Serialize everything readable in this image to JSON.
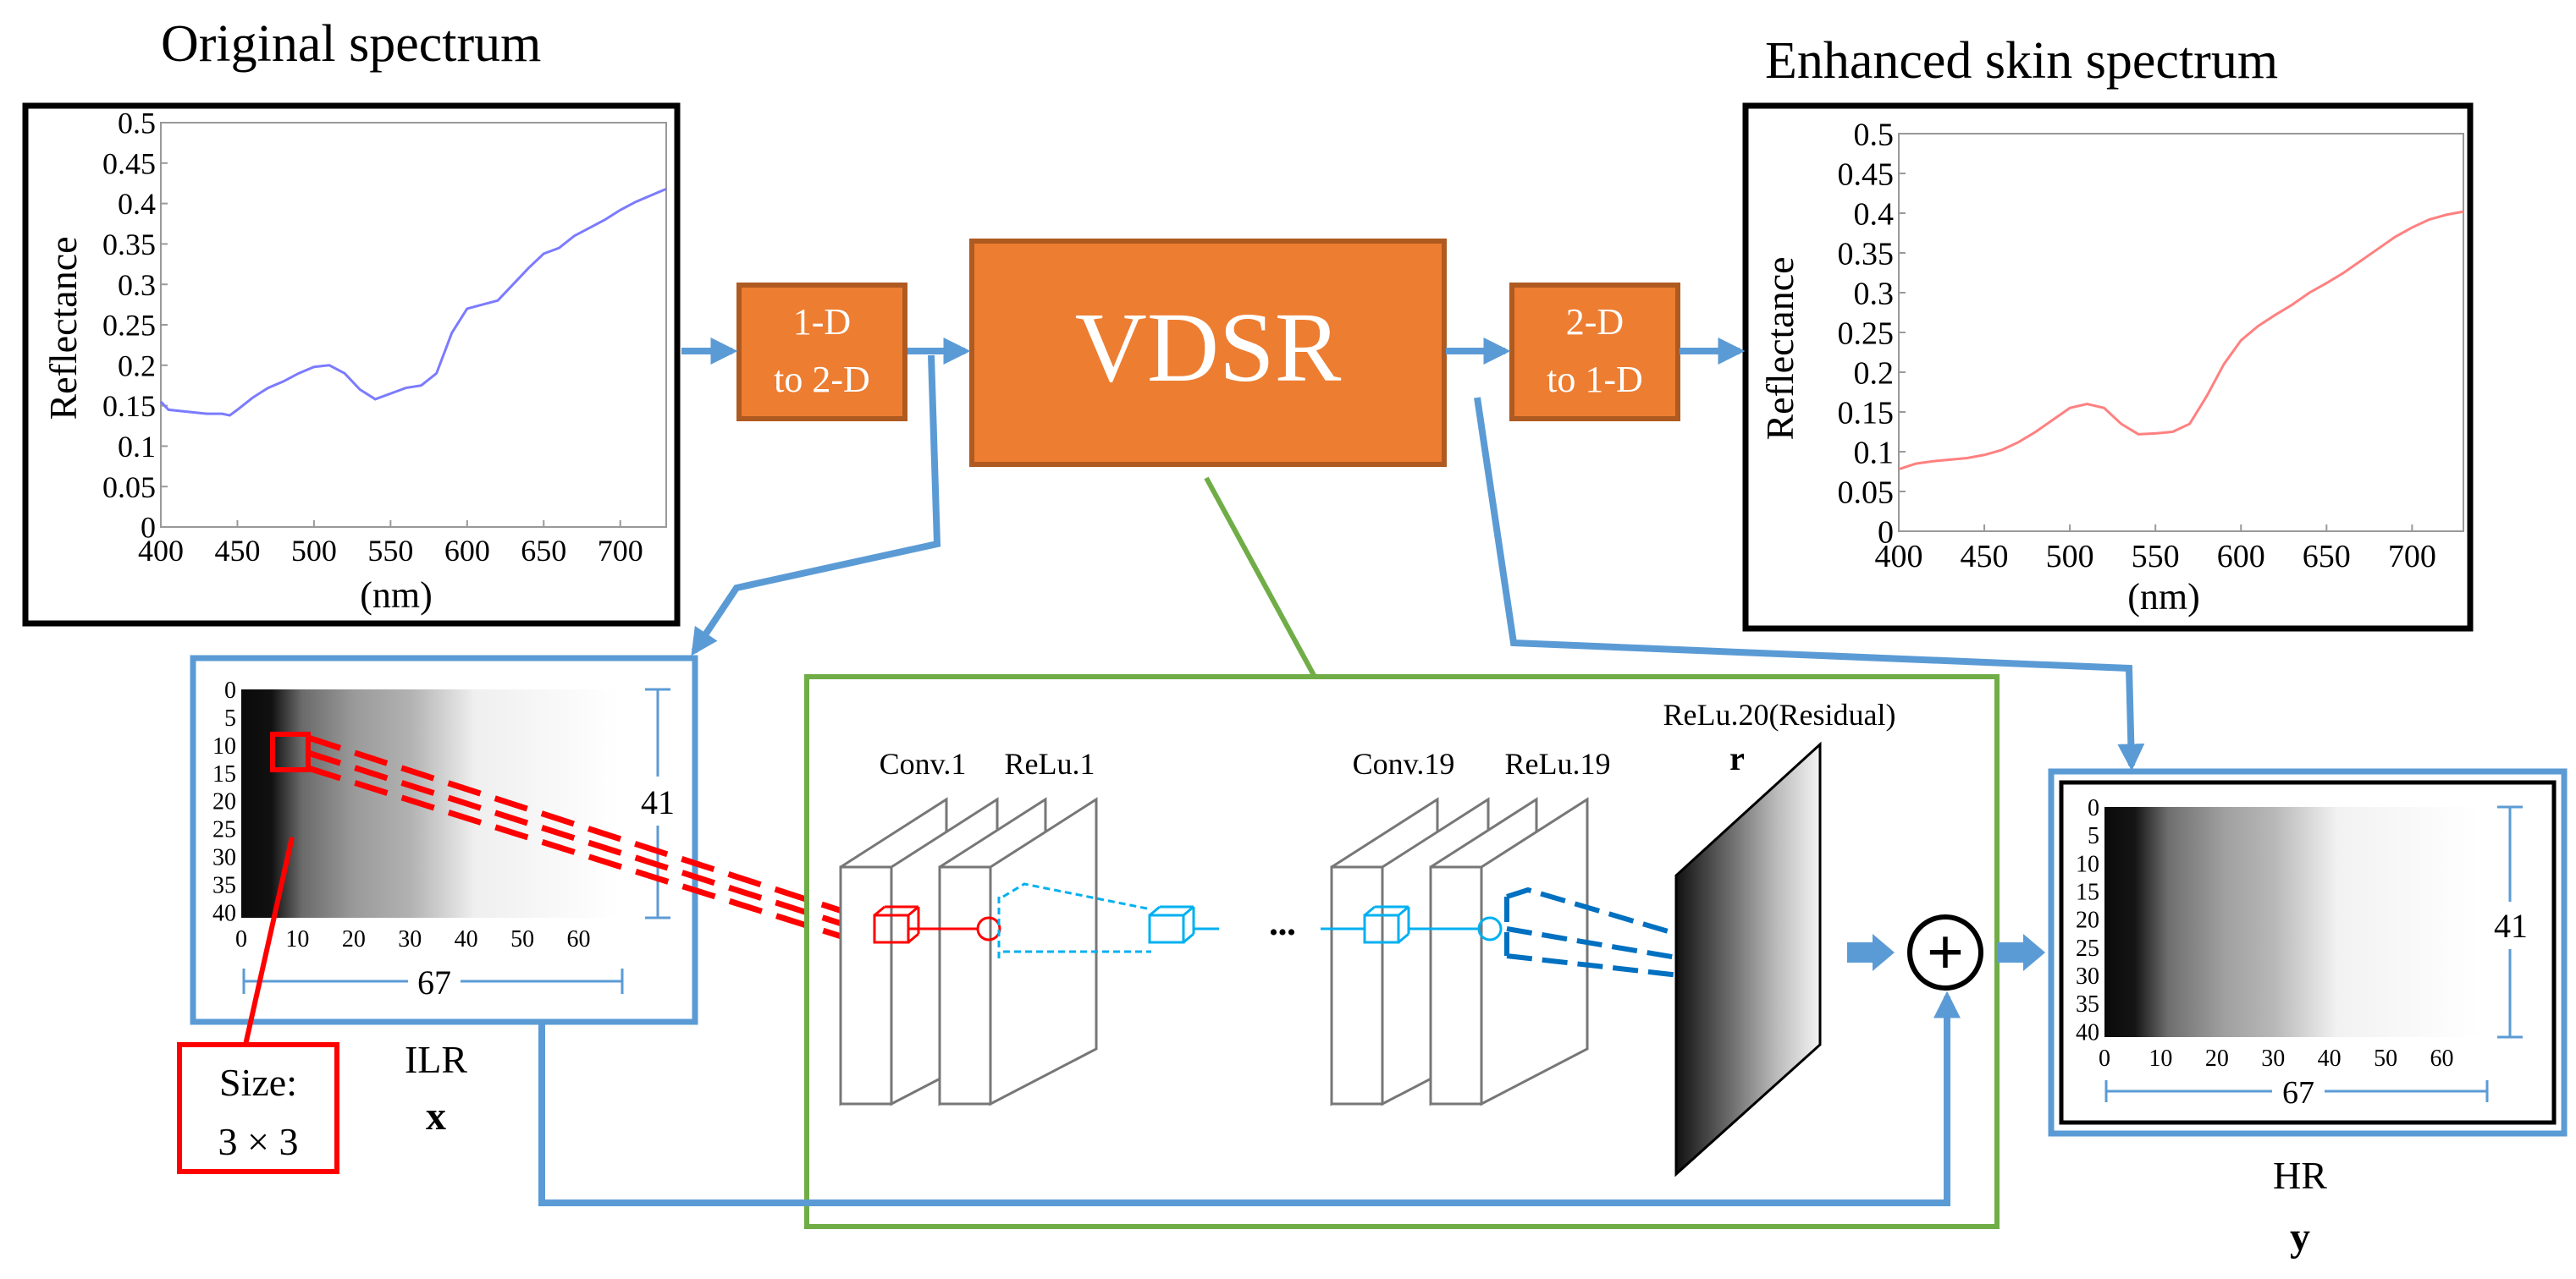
{
  "titles": {
    "original": "Original spectrum",
    "enhanced": "Enhanced skin spectrum"
  },
  "blocks": {
    "one_to_two_line1": "1-D",
    "one_to_two_line2": "to 2-D",
    "vdsr": "VDSR",
    "two_to_one_line1": "2-D",
    "two_to_one_line2": "to 1-D"
  },
  "plots": {
    "ylabel": "Reflectance",
    "xlabel": "(nm)",
    "x_ticks": [
      "400",
      "450",
      "500",
      "550",
      "600",
      "650",
      "700"
    ],
    "y_ticks": [
      "0",
      "0.05",
      "0.1",
      "0.15",
      "0.2",
      "0.25",
      "0.3",
      "0.35",
      "0.4",
      "0.45",
      "0.5"
    ]
  },
  "images": {
    "y_ticks": [
      "0",
      "5",
      "10",
      "15",
      "20",
      "25",
      "30",
      "35",
      "40"
    ],
    "x_ticks": [
      "0",
      "10",
      "20",
      "30",
      "40",
      "50",
      "60"
    ],
    "height_label": "41",
    "width_label": "67"
  },
  "network": {
    "conv1": "Conv.1",
    "relu1": "ReLu.1",
    "conv19": "Conv.19",
    "relu19": "ReLu.19",
    "relu20": "ReLu.20(Residual)",
    "residual_var": "r",
    "ellipsis": "•••",
    "plus": "+"
  },
  "labels": {
    "size_line1": "Size:",
    "size_line2": "3 × 3",
    "ilr": "ILR",
    "ilr_var": "x",
    "hr": "HR",
    "hr_var": "y"
  },
  "colors": {
    "orange": "#ED7D31",
    "orange_border": "#AE5A21",
    "blue": "#5B9BD5",
    "green": "#70AD47",
    "red": "#FF0000",
    "cyan": "#00B0F0",
    "dark_blue": "#0070C0"
  },
  "chart_data": [
    {
      "type": "line",
      "title": "Original spectrum",
      "xlabel": "(nm)",
      "ylabel": "Reflectance",
      "xlim": [
        400,
        730
      ],
      "ylim": [
        0,
        0.5
      ],
      "series": [
        {
          "color": "#7B7BFF",
          "x": [
            400,
            405,
            420,
            430,
            440,
            445,
            450,
            460,
            470,
            480,
            490,
            500,
            510,
            520,
            530,
            540,
            550,
            560,
            570,
            580,
            590,
            600,
            610,
            620,
            630,
            640,
            650,
            660,
            670,
            680,
            690,
            700,
            710,
            720,
            730
          ],
          "y": [
            0.155,
            0.145,
            0.142,
            0.14,
            0.14,
            0.138,
            0.145,
            0.16,
            0.172,
            0.18,
            0.19,
            0.198,
            0.2,
            0.19,
            0.17,
            0.158,
            0.165,
            0.172,
            0.175,
            0.19,
            0.24,
            0.27,
            0.275,
            0.28,
            0.3,
            0.32,
            0.338,
            0.345,
            0.36,
            0.37,
            0.38,
            0.392,
            0.402,
            0.41,
            0.418
          ]
        }
      ]
    },
    {
      "type": "line",
      "title": "Enhanced skin spectrum",
      "xlabel": "(nm)",
      "ylabel": "Reflectance",
      "xlim": [
        400,
        730
      ],
      "ylim": [
        0,
        0.5
      ],
      "series": [
        {
          "color": "#FF8080",
          "x": [
            400,
            410,
            420,
            430,
            440,
            450,
            460,
            470,
            480,
            490,
            500,
            510,
            520,
            530,
            540,
            550,
            560,
            570,
            580,
            590,
            600,
            610,
            620,
            630,
            640,
            650,
            660,
            670,
            680,
            690,
            700,
            710,
            720,
            730
          ],
          "y": [
            0.078,
            0.085,
            0.088,
            0.09,
            0.092,
            0.096,
            0.102,
            0.112,
            0.125,
            0.14,
            0.155,
            0.16,
            0.155,
            0.135,
            0.122,
            0.123,
            0.125,
            0.135,
            0.17,
            0.21,
            0.24,
            0.258,
            0.272,
            0.285,
            0.3,
            0.312,
            0.325,
            0.34,
            0.355,
            0.37,
            0.382,
            0.392,
            0.398,
            0.402
          ]
        }
      ]
    }
  ]
}
